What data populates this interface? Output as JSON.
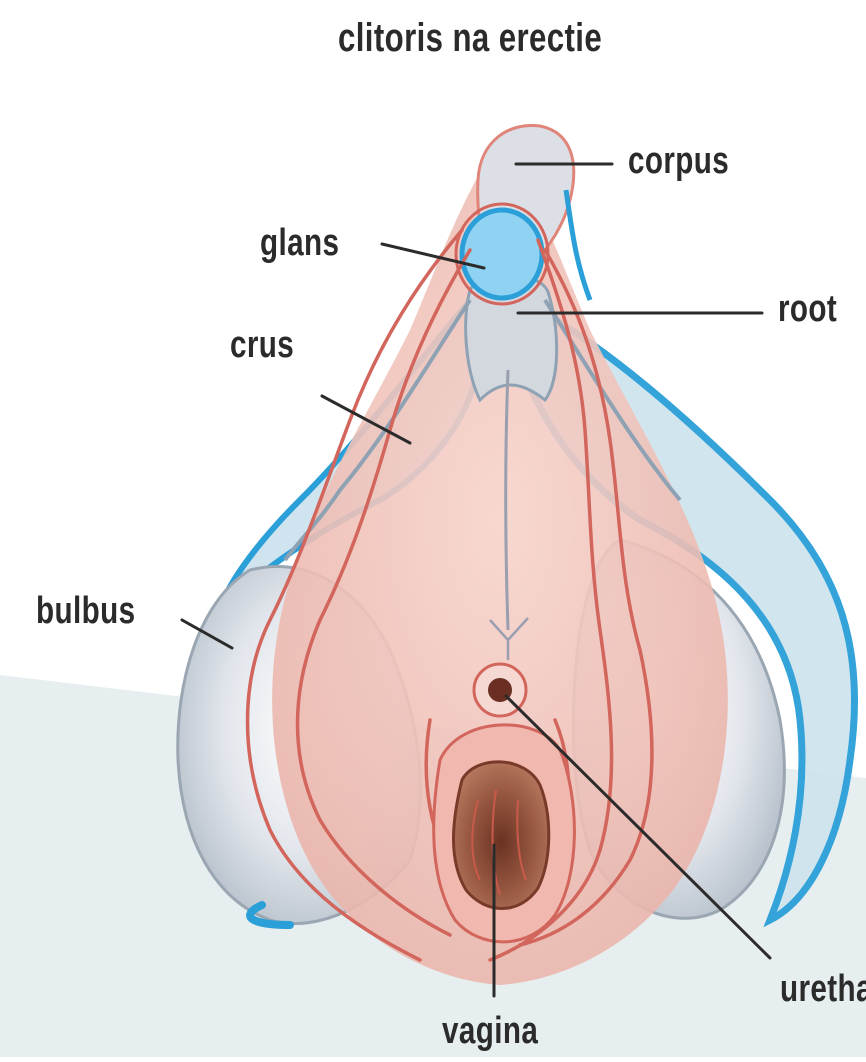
{
  "title": "clitoris na erectie",
  "labels": {
    "corpus": "corpus",
    "glans": "glans",
    "root": "root",
    "crus": "crus",
    "bulbus": "bulbus",
    "uretha": "uretha",
    "vagina": "vagina"
  },
  "colors": {
    "background_band": "#e6eef0",
    "skin": "#f0c4bd",
    "blue_outline": "#2a9fd8",
    "blue_fill": "#cfe4ee",
    "red_line": "#d2655c",
    "leader_line": "#2b2b2b",
    "glans_fill": "#8fd2f2",
    "vaginal_opening": "#8a4a3a"
  }
}
